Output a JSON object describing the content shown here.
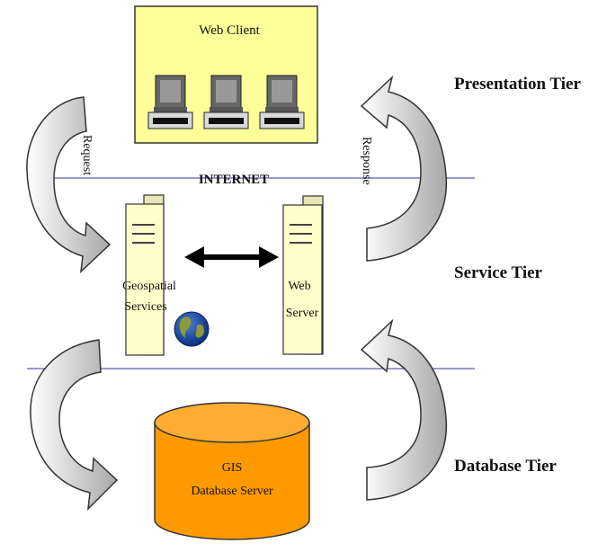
{
  "tiers": {
    "presentation": "Presentation Tier",
    "service": "Service Tier",
    "database": "Database Tier"
  },
  "web_client": {
    "title": "Web Client"
  },
  "internet_label": "INTERNET",
  "arrows": {
    "request": "Request",
    "response": "Response"
  },
  "geospatial": {
    "line1": "Geospatial",
    "line2": "Services"
  },
  "web_server": {
    "line1": "Web",
    "line2": "Server"
  },
  "database": {
    "line1": "GIS",
    "line2": "Database Server"
  },
  "colors": {
    "client_box": "#ffff99",
    "server_tower": "#ffffcc",
    "database": "#ff9900",
    "divider": "#9999cc",
    "arrow_fill": "#bdbdbd"
  }
}
